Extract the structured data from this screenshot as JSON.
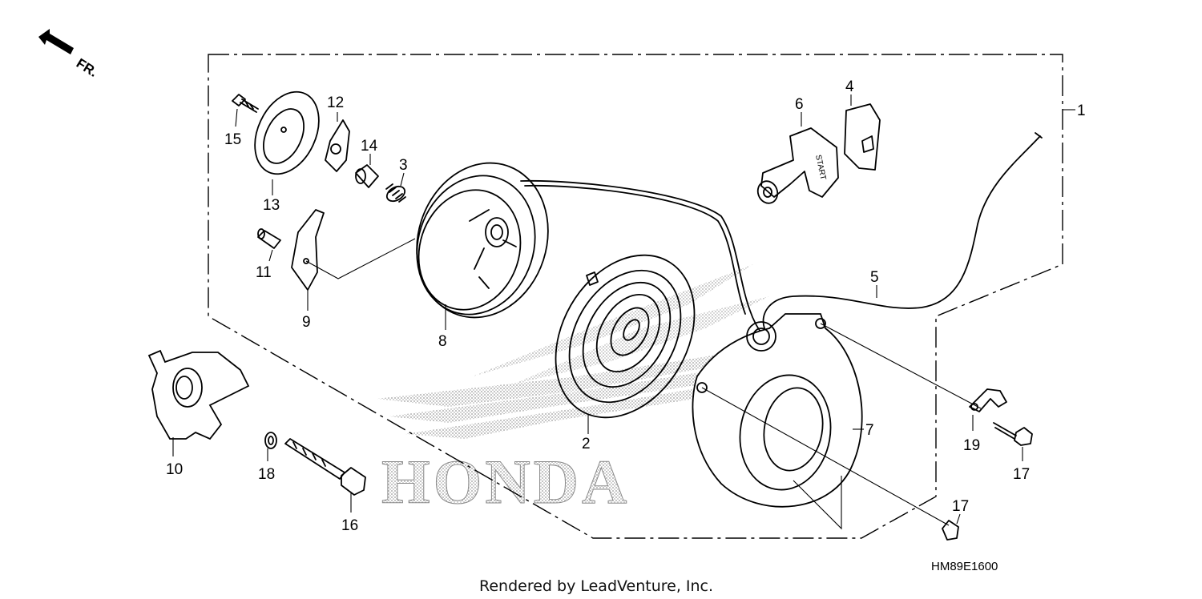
{
  "diagram": {
    "front_arrow_label": "FR.",
    "diagram_code": "HM89E1600",
    "credit": "Rendered by LeadVenture, Inc.",
    "watermark": "HONDA",
    "start_grip_text": "START",
    "callouts": [
      "1",
      "2",
      "3",
      "4",
      "5",
      "6",
      "7",
      "8",
      "9",
      "10",
      "11",
      "12",
      "13",
      "14",
      "15",
      "16",
      "17",
      "17",
      "18",
      "19"
    ]
  }
}
